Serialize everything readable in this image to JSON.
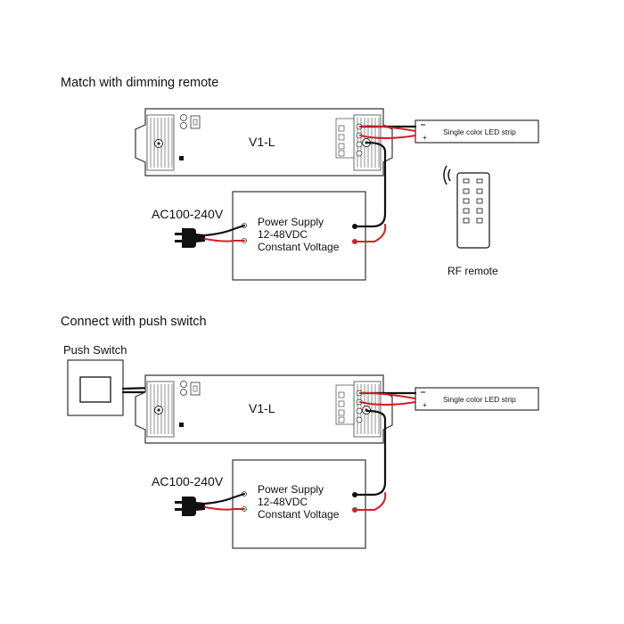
{
  "sections": [
    {
      "heading": "Match with dimming remote",
      "controller_label": "V1-L",
      "led_strip_label": "Single color LED strip",
      "led_strip_minus": "−",
      "led_strip_plus": "+",
      "power_supply_lines": [
        "Power Supply",
        "12-48VDC",
        "Constant Voltage"
      ],
      "ac_label": "AC100-240V",
      "remote_label": "RF remote"
    },
    {
      "heading": "Connect with push switch",
      "push_switch_label": "Push Switch",
      "controller_label": "V1-L",
      "led_strip_label": "Single color LED strip",
      "led_strip_minus": "−",
      "led_strip_plus": "+",
      "power_supply_lines": [
        "Power Supply",
        "12-48VDC",
        "Constant Voltage"
      ],
      "ac_label": "AC100-240V"
    }
  ],
  "colors": {
    "positive_wire": "#d21f26",
    "negative_wire": "#111111",
    "outline": "#333333"
  }
}
